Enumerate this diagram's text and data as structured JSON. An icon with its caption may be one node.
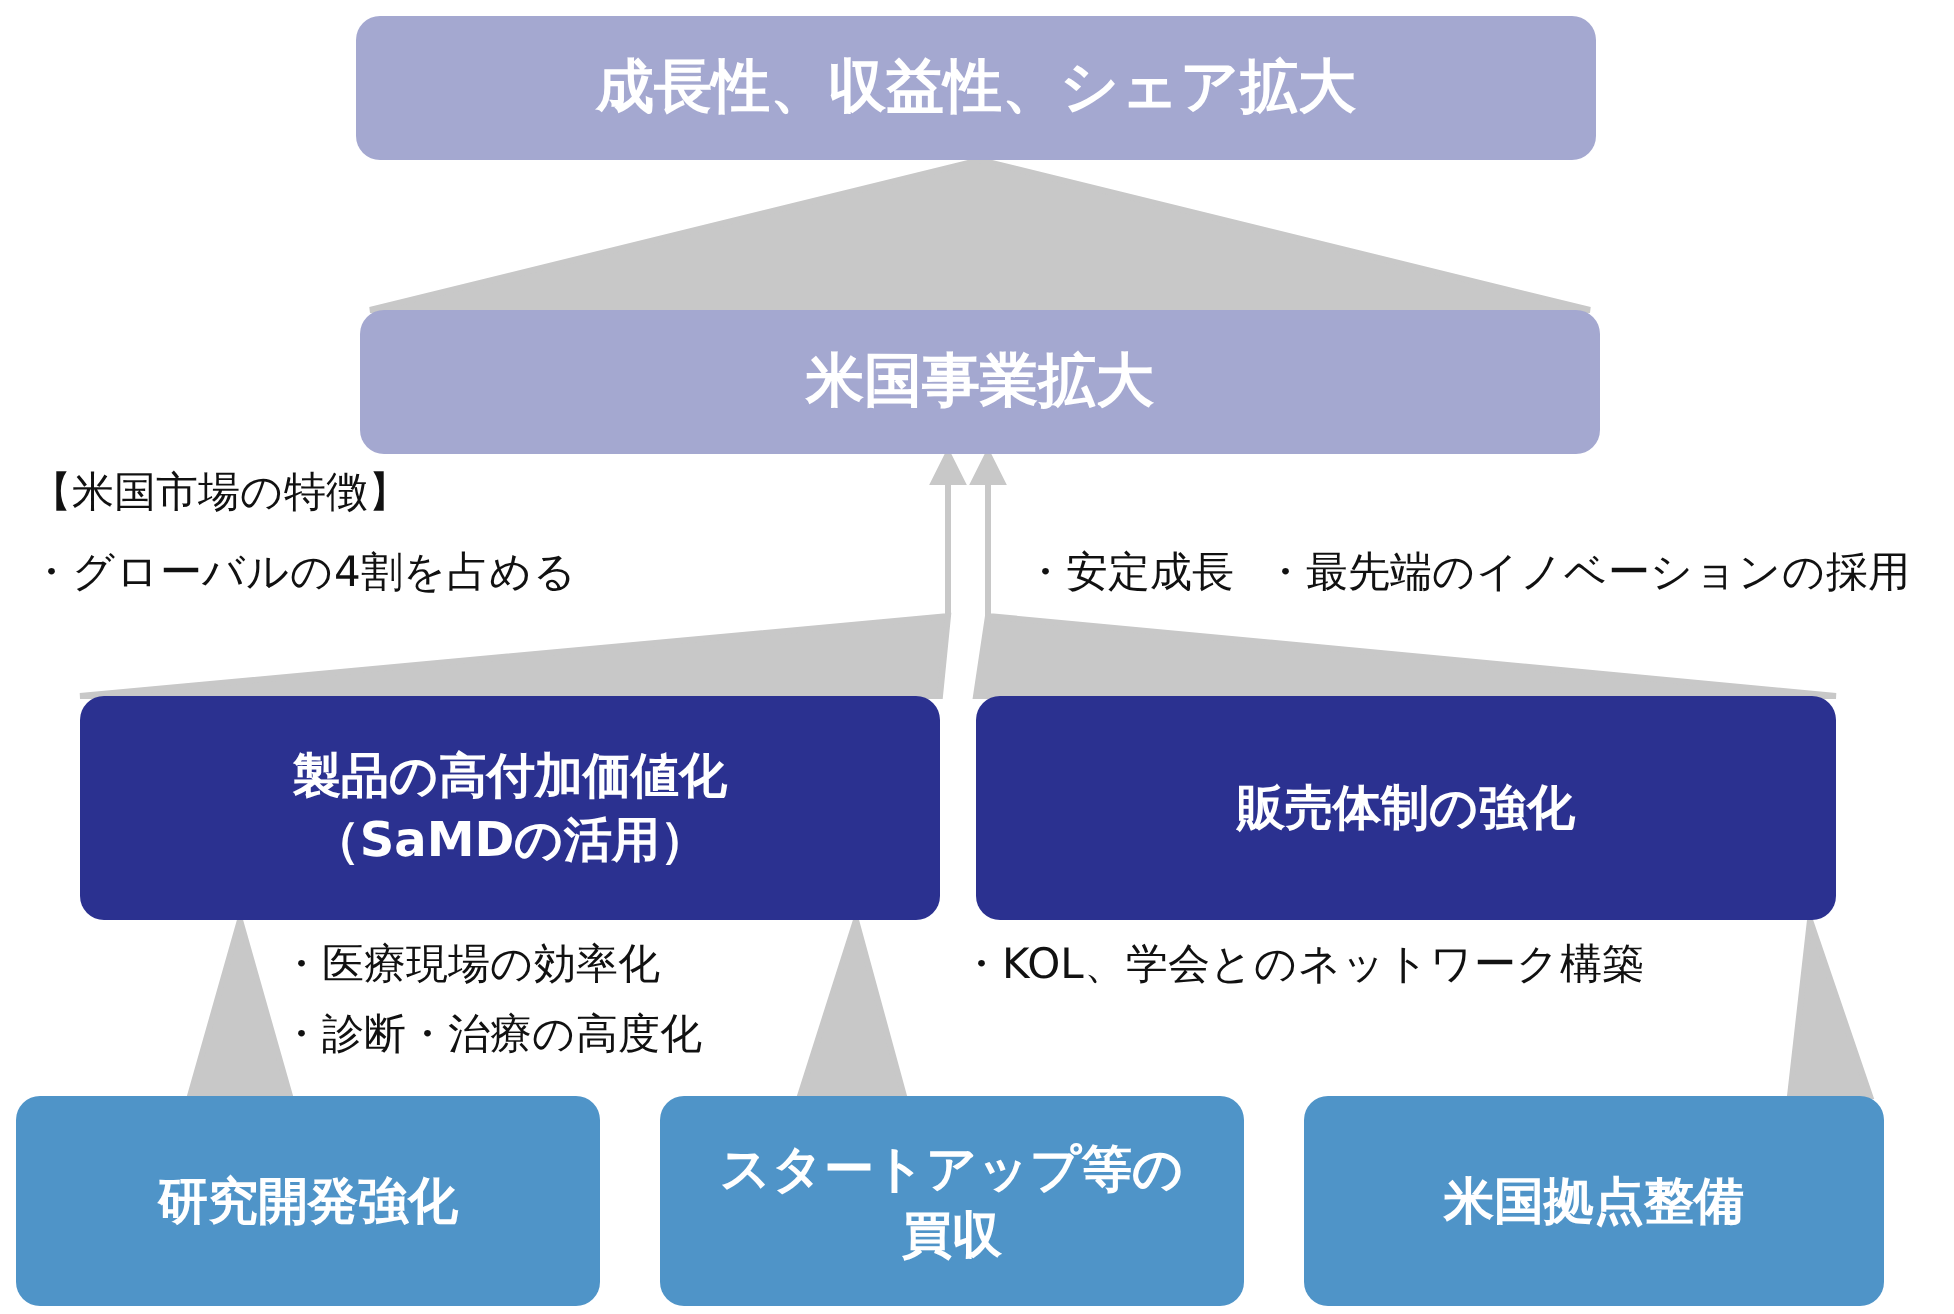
{
  "diagram": {
    "nodes": [
      {
        "text": [
          "成長性、収益性、シェア拡大"
        ]
      },
      {
        "text": [
          "米国事業拡大"
        ]
      },
      {
        "text": [
          "製品の高付加価値化（SaMDの活用）"
        ]
      },
      {
        "text": [
          "販売体制の強化"
        ]
      },
      {
        "text": [
          "研究開発強化"
        ]
      },
      {
        "text": [
          "スタートアップ等の買収"
        ]
      },
      {
        "text": [
          "米国拠点整備"
        ]
      }
    ],
    "edges": [
      {
        "from": 1,
        "to": 0,
        "arrow": "to"
      },
      {
        "from": 2,
        "to": 1,
        "arrow": "to"
      },
      {
        "from": 3,
        "to": 1,
        "arrow": "to"
      },
      {
        "from": 4,
        "to": 2,
        "arrow": "to"
      },
      {
        "from": 5,
        "to": 2,
        "arrow": "to"
      },
      {
        "from": 6,
        "to": 3,
        "arrow": "to"
      }
    ],
    "labels": [
      "【米国市場の特徴】",
      "・グローバルの4割を占める",
      "・安定成長",
      "・最先端のイノベーションの採用",
      "・医療現場の効率化",
      "・診断・治療の高度化",
      "・KOL、学会とのネットワーク構築"
    ]
  }
}
